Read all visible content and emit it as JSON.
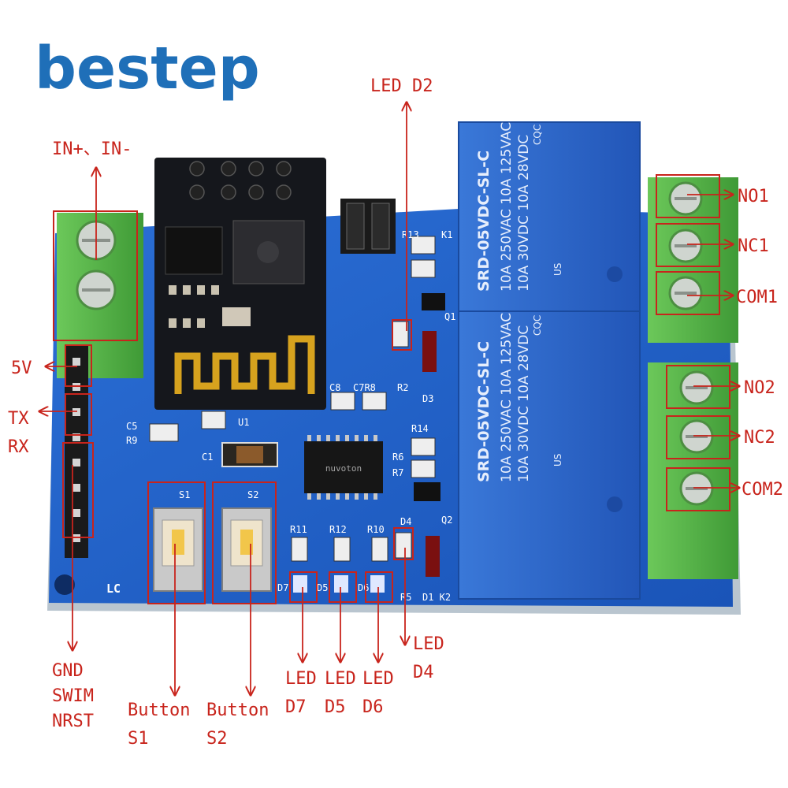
{
  "brand": {
    "name": "bestep",
    "color": "#1f6fb8"
  },
  "colors": {
    "pcb": "#1f5fc9",
    "label": "#c8241c",
    "terminal": "#5cb84a",
    "relay": "#2a63c7"
  },
  "relay": {
    "line1": "10A 250VAC 10A 125VAC",
    "line2": "10A 30VDC 10A 28VDC",
    "model": "SRD-05VDC-SL-C",
    "cqc": "CQC",
    "ul": "US"
  },
  "pcb": {
    "lc": "LC",
    "chip_brand": "nuvoton"
  },
  "silk": {
    "s1": "S1",
    "s2": "S2",
    "r13": "R13",
    "k1": "K1",
    "q1": "Q1",
    "d3": "D3",
    "r2": "R2",
    "c8": "C8",
    "c7r8": "C7R8",
    "u1": "U1",
    "c5": "C5",
    "r9": "R9",
    "c1": "C1",
    "r14": "R14",
    "r6": "R6",
    "r7": "R7",
    "q2": "Q2",
    "d4": "D4",
    "r11": "R11",
    "r12": "R12",
    "r10": "R10",
    "r5": "R5",
    "d1k2": "D1 K2",
    "d7": "D7",
    "d5": "D5",
    "d6": "D6"
  },
  "labels": {
    "in": "IN+、IN-",
    "led_d2": "LED D2",
    "no1": "NO1",
    "nc1": "NC1",
    "com1": "COM1",
    "no2": "NO2",
    "nc2": "NC2",
    "com2": "COM2",
    "v5": "5V",
    "tx": "TX",
    "rx": "RX",
    "gnd": "GND",
    "swim": "SWIM",
    "nrst": "NRST",
    "button": "Button",
    "s1": "S1",
    "s2": "S2",
    "led": "LED",
    "d7": "D7",
    "d5": "D5",
    "d6": "D6",
    "d4": "D4"
  }
}
